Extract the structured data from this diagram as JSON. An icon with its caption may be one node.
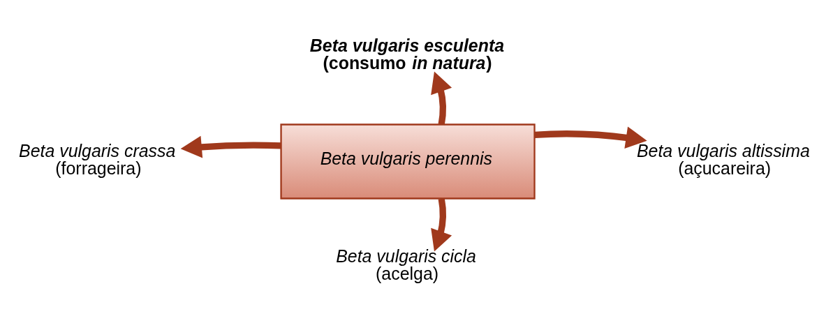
{
  "diagram": {
    "nodes": [
      {
        "text": [
          "*Beta vulgaris esculenta* (consumo *in natura*)"
        ]
      },
      {
        "text": [
          "*Beta vulgaris crassa* (forrageira)"
        ]
      },
      {
        "text": [
          "*Beta vulgaris perennis*"
        ]
      },
      {
        "text": [
          "*Beta vulgaris altissima* (açucareira)"
        ]
      },
      {
        "text": [
          "*Beta vulgaris cicla* (acelga)"
        ]
      }
    ],
    "edges": [
      {
        "from": 2,
        "to": 0,
        "arrow": "to"
      },
      {
        "from": 2,
        "to": 1,
        "arrow": "to"
      },
      {
        "from": 2,
        "to": 3,
        "arrow": "to"
      },
      {
        "from": 2,
        "to": 4,
        "arrow": "to"
      }
    ]
  }
}
